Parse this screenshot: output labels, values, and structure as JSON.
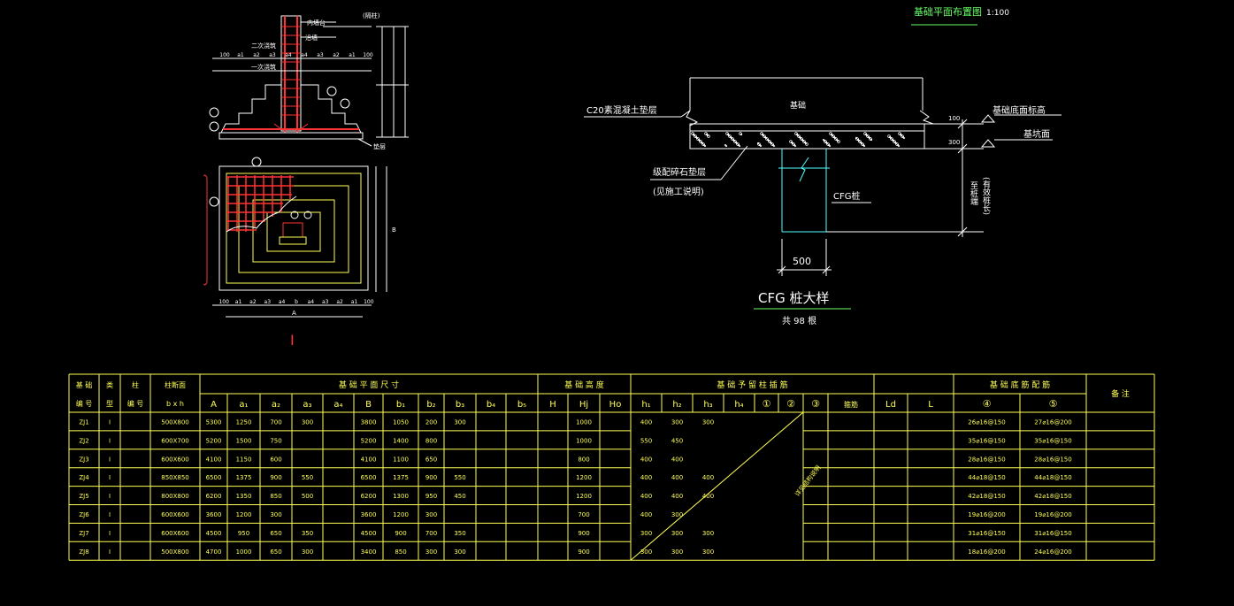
{
  "drawing": {
    "plan_title": "基础平面布置图",
    "plan_scale": "1:100",
    "section_mark": "I",
    "detail": {
      "labels": [
        "内墙台",
        "(隔柱)",
        "二次浇筑",
        "一次浇筑",
        "沿墙",
        "垫层"
      ],
      "top_dims": [
        "100",
        "a1",
        "a2",
        "a3",
        "a4",
        "a4",
        "a3",
        "a2",
        "a1",
        "100"
      ],
      "bottom_dims": [
        "100",
        "a1",
        "a2",
        "a3",
        "a4",
        "b",
        "a4",
        "a3",
        "a2",
        "a1",
        "100"
      ],
      "bottom_total": "A",
      "side_total": "B"
    },
    "cfg": {
      "label_cushion": "C20素混凝土垫层",
      "label_foundation": "基础",
      "label_bottom_elev": "基础底面标高",
      "label_pit": "基坑面",
      "label_gravel": "级配碎石垫层",
      "label_gravel_note": "(见施工说明)",
      "label_pile": "CFG桩",
      "label_depth1": "至桩端",
      "label_depth2": "(有效桩长)",
      "dim_100": "100",
      "dim_300": "300",
      "dim_500": "500",
      "title": "CFG 桩大样",
      "count": "共 98 根"
    },
    "diag_label": "详见结构说明"
  },
  "table": {
    "group_headers": {
      "plan_dims": "基 础 平 面 尺 寸",
      "heights": "基 础 高 度",
      "embed": "基 础 予 留 柱 插 筋",
      "rebar": "基 础 底 筋 配 筋",
      "remark": "备 注"
    },
    "fixed_headers": {
      "id": [
        "基 础",
        "编 号"
      ],
      "type": [
        "类",
        "型"
      ],
      "col": [
        "柱",
        "编 号"
      ],
      "section": [
        "柱断面",
        "b x h"
      ]
    },
    "sub_headers": [
      "A",
      "a₁",
      "a₂",
      "a₃",
      "a₄",
      "B",
      "b₁",
      "b₂",
      "b₃",
      "b₄",
      "b₅",
      "H",
      "Hj",
      "Ho",
      "h₁",
      "h₂",
      "h₃",
      "h₄",
      "①",
      "②",
      "③",
      "箍筋",
      "Ld",
      "L",
      "④",
      "⑤"
    ],
    "rows": [
      {
        "id": "ZJ1",
        "type": "I",
        "col": "",
        "bxh": "500X800",
        "A": "5300",
        "a1": "1250",
        "a2": "700",
        "a3": "300",
        "a4": "",
        "B": "3800",
        "b1": "1050",
        "b2": "200",
        "b3": "300",
        "b4": "",
        "b5": "",
        "H": "",
        "Hj": "1000",
        "Ho": "",
        "h1": "400",
        "h2": "300",
        "h3": "300",
        "h4": "",
        "r4": "26⌀16@150",
        "r5": "27⌀16@200"
      },
      {
        "id": "ZJ2",
        "type": "I",
        "col": "",
        "bxh": "600X700",
        "A": "5200",
        "a1": "1500",
        "a2": "750",
        "a3": "",
        "a4": "",
        "B": "5200",
        "b1": "1400",
        "b2": "800",
        "b3": "",
        "b4": "",
        "b5": "",
        "H": "",
        "Hj": "1000",
        "Ho": "",
        "h1": "550",
        "h2": "450",
        "h3": "",
        "h4": "",
        "r4": "35⌀16@150",
        "r5": "35⌀16@150"
      },
      {
        "id": "ZJ3",
        "type": "I",
        "col": "",
        "bxh": "600X600",
        "A": "4100",
        "a1": "1150",
        "a2": "600",
        "a3": "",
        "a4": "",
        "B": "4100",
        "b1": "1100",
        "b2": "650",
        "b3": "",
        "b4": "",
        "b5": "",
        "H": "",
        "Hj": "800",
        "Ho": "",
        "h1": "400",
        "h2": "400",
        "h3": "",
        "h4": "",
        "r4": "28⌀16@150",
        "r5": "28⌀16@150"
      },
      {
        "id": "ZJ4",
        "type": "I",
        "col": "",
        "bxh": "850X850",
        "A": "6500",
        "a1": "1375",
        "a2": "900",
        "a3": "550",
        "a4": "",
        "B": "6500",
        "b1": "1375",
        "b2": "900",
        "b3": "550",
        "b4": "",
        "b5": "",
        "H": "",
        "Hj": "1200",
        "Ho": "",
        "h1": "400",
        "h2": "400",
        "h3": "400",
        "h4": "",
        "r4": "44⌀18@150",
        "r5": "44⌀18@150"
      },
      {
        "id": "ZJ5",
        "type": "I",
        "col": "",
        "bxh": "800X800",
        "A": "6200",
        "a1": "1350",
        "a2": "850",
        "a3": "500",
        "a4": "",
        "B": "6200",
        "b1": "1300",
        "b2": "950",
        "b3": "450",
        "b4": "",
        "b5": "",
        "H": "",
        "Hj": "1200",
        "Ho": "",
        "h1": "400",
        "h2": "400",
        "h3": "400",
        "h4": "",
        "r4": "42⌀18@150",
        "r5": "42⌀18@150"
      },
      {
        "id": "ZJ6",
        "type": "I",
        "col": "",
        "bxh": "600X600",
        "A": "3600",
        "a1": "1200",
        "a2": "300",
        "a3": "",
        "a4": "",
        "B": "3600",
        "b1": "1200",
        "b2": "300",
        "b3": "",
        "b4": "",
        "b5": "",
        "H": "",
        "Hj": "700",
        "Ho": "",
        "h1": "400",
        "h2": "300",
        "h3": "",
        "h4": "",
        "r4": "19⌀16@200",
        "r5": "19⌀16@200"
      },
      {
        "id": "ZJ7",
        "type": "I",
        "col": "",
        "bxh": "600X600",
        "A": "4500",
        "a1": "950",
        "a2": "650",
        "a3": "350",
        "a4": "",
        "B": "4500",
        "b1": "900",
        "b2": "700",
        "b3": "350",
        "b4": "",
        "b5": "",
        "H": "",
        "Hj": "900",
        "Ho": "",
        "h1": "300",
        "h2": "300",
        "h3": "300",
        "h4": "",
        "r4": "31⌀16@150",
        "r5": "31⌀16@150"
      },
      {
        "id": "ZJ8",
        "type": "I",
        "col": "",
        "bxh": "500X800",
        "A": "4700",
        "a1": "1000",
        "a2": "650",
        "a3": "300",
        "a4": "",
        "B": "3400",
        "b1": "850",
        "b2": "300",
        "b3": "300",
        "b4": "",
        "b5": "",
        "H": "",
        "Hj": "900",
        "Ho": "",
        "h1": "300",
        "h2": "300",
        "h3": "300",
        "h4": "",
        "r4": "18⌀16@200",
        "r5": "24⌀16@200"
      }
    ]
  }
}
